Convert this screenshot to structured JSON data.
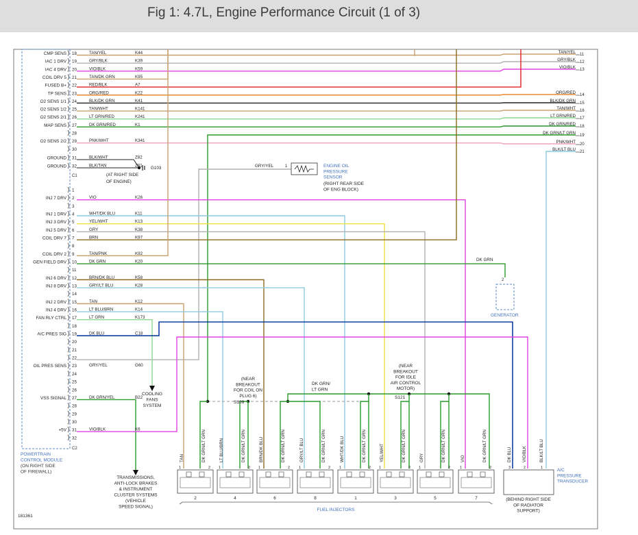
{
  "header": {
    "title": "Fig 1: 4.7L, Engine Performance Circuit (1 of 3)"
  },
  "colors": {
    "tan": "#c8a070",
    "dkgrn": "#2a9a2a",
    "ltgrn": "#8cd890",
    "ltblu": "#8ecae0",
    "vio": "#e040e0",
    "yel": "#f0e040",
    "gry": "#b0b0b0",
    "red": "#e02020",
    "orn": "#e88a30",
    "brn": "#8b6b1e",
    "pnk": "#f0a0c0",
    "dkblu": "#1040a0",
    "blu": "#4070c0",
    "blk": "#222222"
  },
  "pcm": {
    "label": [
      "POWERTRAIN",
      "CONTROL MODULE",
      "(ON RIGHT SIDE",
      "OF FIREWALL)"
    ],
    "connector_c1": "C1",
    "connector_c2": "C2"
  },
  "pins": [
    {
      "func": "CMP SENS",
      "pin": "18",
      "color": "TAN/YEL",
      "circuit": "K44"
    },
    {
      "func": "IAC 1 DRV",
      "pin": "19",
      "color": "GRY/BLK",
      "circuit": "K39"
    },
    {
      "func": "IAC 4 DRV",
      "pin": "20",
      "color": "VIO/BLK",
      "circuit": "K59"
    },
    {
      "func": "COIL DRV 5",
      "pin": "21",
      "color": "TAN/DK GRN",
      "circuit": "K95"
    },
    {
      "func": "FUSED B+",
      "pin": "22",
      "color": "RED/BLK",
      "circuit": "A7"
    },
    {
      "func": "TP SENS",
      "pin": "23",
      "color": "ORG/RED",
      "circuit": "K22"
    },
    {
      "func": "O2 SENS 1/1",
      "pin": "24",
      "color": "BLK/DK GRN",
      "circuit": "K41"
    },
    {
      "func": "O2 SENS 1/2",
      "pin": "25",
      "color": "TAN/WHT",
      "circuit": "K141"
    },
    {
      "func": "O2 SENS 2/1",
      "pin": "26",
      "color": "LT GRN/RED",
      "circuit": "K241"
    },
    {
      "func": "MAP SENS",
      "pin": "27",
      "color": "DK GRN/RED",
      "circuit": "K1"
    },
    {
      "func": "",
      "pin": "28",
      "color": "",
      "circuit": ""
    },
    {
      "func": "O2 SENS 2/2",
      "pin": "29",
      "color": "PNK/WHT",
      "circuit": "K341"
    },
    {
      "func": "",
      "pin": "30",
      "color": "",
      "circuit": ""
    },
    {
      "func": "GROUND",
      "pin": "31",
      "color": "BLK/WHT",
      "circuit": "Z82"
    },
    {
      "func": "GROUND",
      "pin": "32",
      "color": "BLK/TAN",
      "circuit": "Z81"
    },
    {
      "func": "",
      "pin": "1",
      "color": "",
      "circuit": ""
    },
    {
      "func": "INJ 7 DRV",
      "pin": "2",
      "color": "VIO",
      "circuit": "K26"
    },
    {
      "func": "",
      "pin": "3",
      "color": "",
      "circuit": ""
    },
    {
      "func": "INJ 1 DRV",
      "pin": "4",
      "color": "WHT/DK BLU",
      "circuit": "K11"
    },
    {
      "func": "INJ 3 DRV",
      "pin": "5",
      "color": "YEL/WHT",
      "circuit": "K13"
    },
    {
      "func": "INJ 5 DRV",
      "pin": "6",
      "color": "GRY",
      "circuit": "K38"
    },
    {
      "func": "COIL DRV 7",
      "pin": "7",
      "color": "BRN",
      "circuit": "K97"
    },
    {
      "func": "",
      "pin": "8",
      "color": "",
      "circuit": ""
    },
    {
      "func": "COIL DRV 2",
      "pin": "9",
      "color": "TAN/PNK",
      "circuit": "K92"
    },
    {
      "func": "GEN FIELD DRV",
      "pin": "10",
      "color": "DK GRN",
      "circuit": "K20"
    },
    {
      "func": "",
      "pin": "11",
      "color": "",
      "circuit": ""
    },
    {
      "func": "INJ 6 DRV",
      "pin": "12",
      "color": "BRN/DK BLU",
      "circuit": "K58"
    },
    {
      "func": "INJ 8 DRV",
      "pin": "13",
      "color": "GRY/LT BLU",
      "circuit": "K28"
    },
    {
      "func": "",
      "pin": "14",
      "color": "",
      "circuit": ""
    },
    {
      "func": "INJ 2 DRV",
      "pin": "15",
      "color": "TAN",
      "circuit": "K12"
    },
    {
      "func": "INJ 4 DRV",
      "pin": "16",
      "color": "LT BLU/BRN",
      "circuit": "K14"
    },
    {
      "func": "FAN RLY CTRL",
      "pin": "17",
      "color": "LT GRN",
      "circuit": "K173"
    },
    {
      "func": "",
      "pin": "18",
      "color": "",
      "circuit": ""
    },
    {
      "func": "A/C PRES SIG",
      "pin": "19",
      "color": "DK BLU",
      "circuit": "C18"
    },
    {
      "func": "",
      "pin": "20",
      "color": "",
      "circuit": ""
    },
    {
      "func": "",
      "pin": "21",
      "color": "",
      "circuit": ""
    },
    {
      "func": "",
      "pin": "22",
      "color": "",
      "circuit": ""
    },
    {
      "func": "OIL PRES SENS",
      "pin": "23",
      "color": "GRY/YEL",
      "circuit": "G60"
    },
    {
      "func": "",
      "pin": "24",
      "color": "",
      "circuit": ""
    },
    {
      "func": "",
      "pin": "25",
      "color": "",
      "circuit": ""
    },
    {
      "func": "",
      "pin": "26",
      "color": "",
      "circuit": ""
    },
    {
      "func": "VSS SIGNAL",
      "pin": "27",
      "color": "DK GRN/YEL",
      "circuit": "B22"
    },
    {
      "func": "",
      "pin": "28",
      "color": "",
      "circuit": ""
    },
    {
      "func": "",
      "pin": "29",
      "color": "",
      "circuit": ""
    },
    {
      "func": "",
      "pin": "30",
      "color": "",
      "circuit": ""
    },
    {
      "func": "+5V",
      "pin": "31",
      "color": "VIO/BLK",
      "circuit": "K6"
    },
    {
      "func": "",
      "pin": "32",
      "color": "",
      "circuit": ""
    }
  ],
  "right_wires": [
    {
      "label": "TAN/YEL",
      "num": "11"
    },
    {
      "label": "GRY/BLK",
      "num": "12"
    },
    {
      "label": "VIO/BLK",
      "num": "13"
    },
    {
      "label": "ORG/RED",
      "num": "14"
    },
    {
      "label": "BLK/DK GRN",
      "num": "15"
    },
    {
      "label": "TAN/WHT",
      "num": "16"
    },
    {
      "label": "LT GRN/RED",
      "num": "17"
    },
    {
      "label": "DK GRN/RED",
      "num": "18"
    },
    {
      "label": "DK GRN/LT GRN",
      "num": "19"
    },
    {
      "label": "PNK/WHT",
      "num": "20"
    },
    {
      "label": "BLK/LT BLU",
      "num": "21"
    }
  ],
  "ground": {
    "label": "G103",
    "note": [
      "(AT RIGHT SIDE",
      "OF ENGINE)"
    ]
  },
  "oil_sensor": {
    "wire": "GRY/YEL",
    "pin": "1",
    "label": [
      "ENGINE OIL",
      "PRESSURE",
      "SENSOR"
    ],
    "note": [
      "(RIGHT REAR SIDE",
      "OF ENG BLOCK)"
    ]
  },
  "generator": {
    "wire": "DK GRN",
    "pin": "2",
    "label": "GENERATOR"
  },
  "cooling_fans": [
    "COOLING",
    "FANS",
    "SYSTEM"
  ],
  "transmission_note": [
    "TRANSMISSIONS,",
    "ANTI-LOCK BRAKES",
    "& INSTRUMENT",
    "CLUSTER SYSTEMS",
    "(VEHICLE",
    "SPEED SIGNAL)"
  ],
  "splice_s109": {
    "label": "S109",
    "note": [
      "(NEAR",
      "BREAKOUT",
      "FOR COIL ON",
      "PLUG 6)"
    ]
  },
  "splice_s121": {
    "label": "S121",
    "note": [
      "(NEAR",
      "BREAKOUT",
      "FOR IDLE",
      "AIR CONTROL",
      "MOTOR)"
    ]
  },
  "bus_label": [
    "DK GRN/",
    "LT GRN"
  ],
  "injectors": [
    {
      "num": "2",
      "left": "TAN",
      "right": "DK GRN/LT GRN"
    },
    {
      "num": "4",
      "left": "LT BLU/BRN",
      "right": "DK GRN/LT GRN"
    },
    {
      "num": "6",
      "left": "BRN/DK BLU",
      "right": "DK GRN/LT GRN"
    },
    {
      "num": "8",
      "left": "GRY/LT BLU",
      "right": "DK GRN/LT GRN"
    },
    {
      "num": "1",
      "left": "WHT/DK BLU",
      "right": "DK GRN/LT GRN"
    },
    {
      "num": "3",
      "left": "YEL/WHT",
      "right": "DK GRN/LT GRN"
    },
    {
      "num": "5",
      "left": "GRY",
      "right": "DK GRN/LT GRN"
    },
    {
      "num": "7",
      "left": "VIO",
      "right": "DK GRN/LT GRN"
    }
  ],
  "injector_pin_labels": {
    "left": "1",
    "right": "2"
  },
  "fuel_injectors_label": "FUEL INJECTORS",
  "ac_transducer": {
    "wires": [
      "DK BLU",
      "VIO/BLK",
      "BLK/LT BLU"
    ],
    "pins": [
      "3",
      "2",
      "1"
    ],
    "label": [
      "A/C",
      "PRESSURE",
      "TRANSDUCER"
    ],
    "note": [
      "(BEHIND RIGHT SIDE",
      "OF RADIATOR",
      "SUPPORT)"
    ]
  },
  "figure_id": "181361"
}
